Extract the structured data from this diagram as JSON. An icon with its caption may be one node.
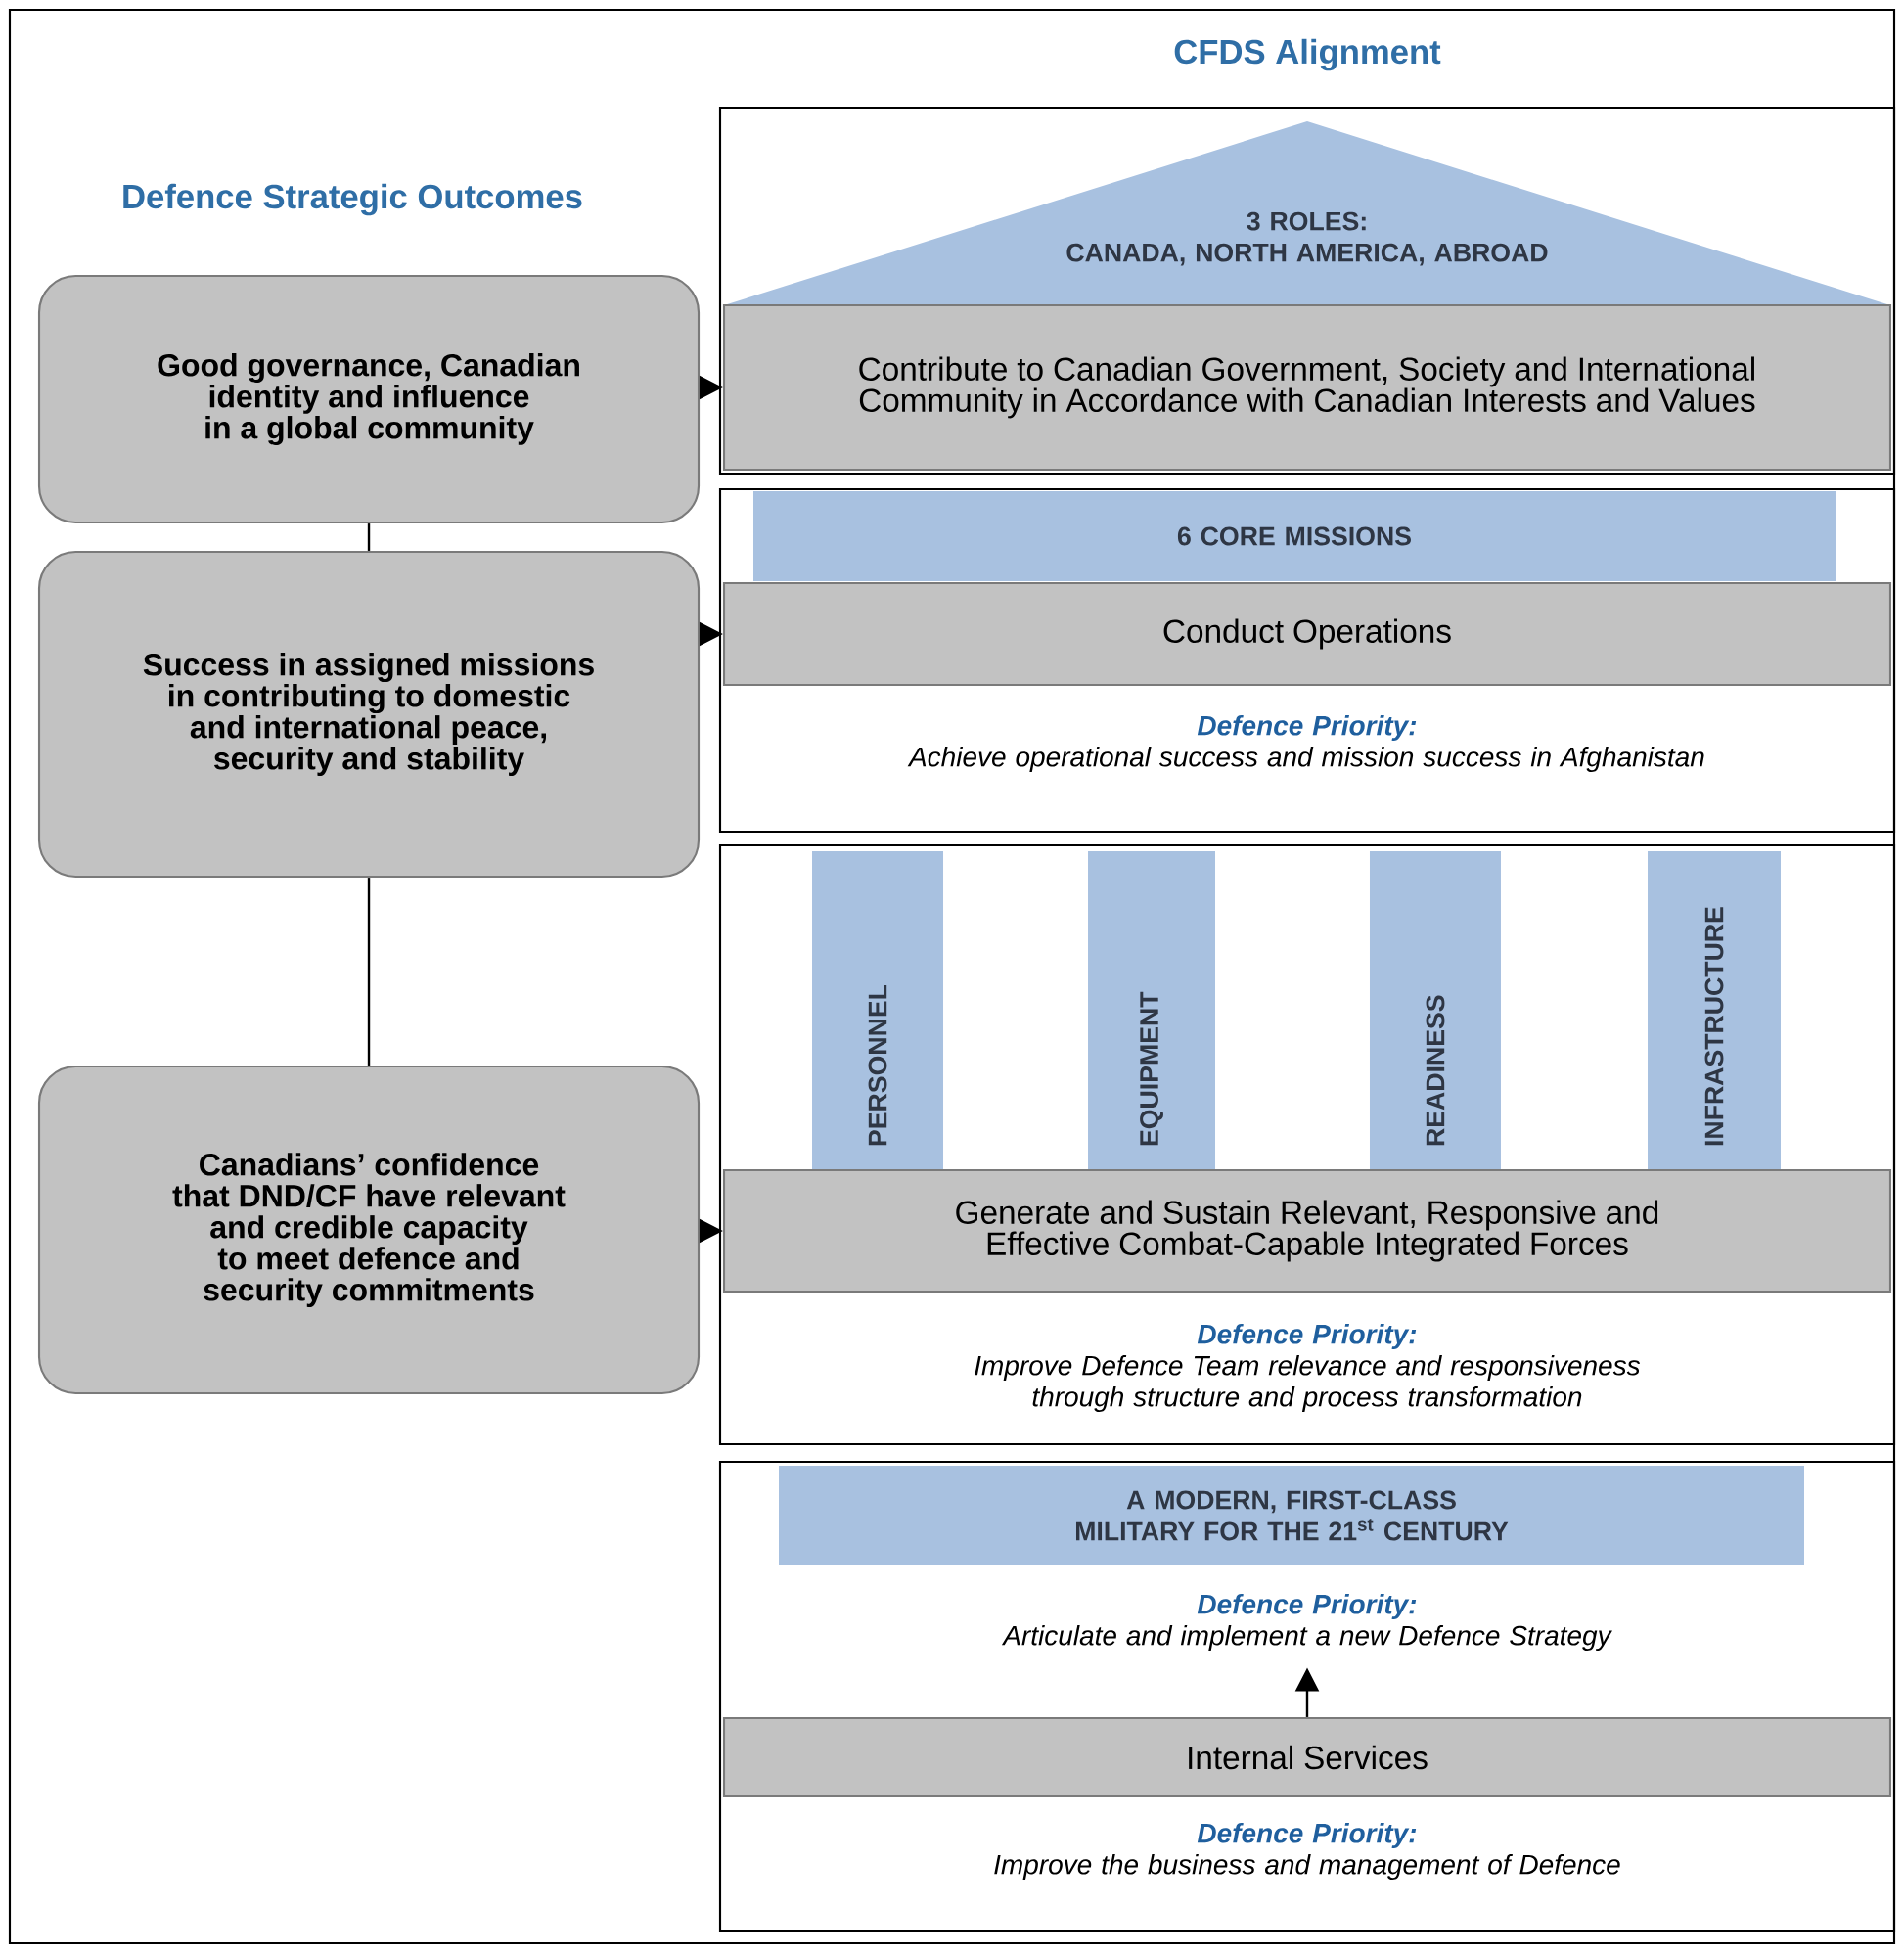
{
  "diagram": {
    "nodes": [
      {
        "text": [
          "Good governance, Canadian identity and influence in a global community"
        ]
      },
      {
        "text": [
          "Success in assigned missions in contributing to domestic and international peace, security and stability"
        ]
      },
      {
        "text": [
          "Canadians’ confidence that DND/CF have relevant and credible capacity to meet defence and security commitments"
        ]
      },
      {
        "text": [],
        "shape": "box"
      },
      {
        "text": [
          "3 ROLES:",
          "CANADA, NORTH AMERICA, ABROAD"
        ],
        "in": 3
      },
      {
        "text": [
          "Contribute to Canadian Government, Society and International Community in Accordance with Canadian Interests and Values"
        ],
        "in": 3
      },
      {
        "text": [],
        "shape": "box"
      },
      {
        "text": [
          "6 CORE MISSIONS"
        ],
        "in": 6
      },
      {
        "text": [
          "Conduct Operations"
        ],
        "in": 6
      },
      {
        "text": [
          "Defence Priority:",
          "Achieve operational success and mission success in Afghanistan"
        ],
        "in": 6
      },
      {
        "text": [],
        "shape": "box"
      },
      {
        "text": [
          "PERSONNEL"
        ],
        "in": 10
      },
      {
        "text": [
          "EQUIPMENT"
        ],
        "in": 10
      },
      {
        "text": [
          "READINESS"
        ],
        "in": 10
      },
      {
        "text": [
          "INFRASTRUCTURE"
        ],
        "in": 10
      },
      {
        "text": [
          "Generate and Sustain Relevant, Responsive and Effective Combat-Capable Integrated Forces"
        ],
        "in": 10
      },
      {
        "text": [
          "Defence Priority:",
          "Improve Defence Team relevance and responsiveness through structure and process transformation"
        ],
        "in": 10
      },
      {
        "text": [],
        "shape": "box"
      },
      {
        "text": [
          "A MODERN, FIRST-CLASS MILITARY FOR THE 21$^{st}$ CENTURY"
        ],
        "in": 17
      },
      {
        "text": [
          "Defence Priority:",
          "Articulate and implement a new Defence Strategy"
        ],
        "in": 17
      },
      {
        "text": [
          "Internal Services"
        ],
        "in": 17
      },
      {
        "text": [
          "Defence Priority:",
          "Improve the business and management of Defence"
        ],
        "in": 17
      }
    ],
    "edges": [
      {
        "from": 0,
        "to": 1,
        "arrow": "none"
      },
      {
        "from": 1,
        "to": 2,
        "arrow": "none"
      },
      {
        "from": 0,
        "to": 5,
        "arrow": "to"
      },
      {
        "from": 1,
        "to": 8,
        "arrow": "to"
      },
      {
        "from": 2,
        "to": 15,
        "arrow": "to"
      },
      {
        "from": 20,
        "to": 19,
        "arrow": "to"
      }
    ],
    "labels": [
      "CFDS Alignment",
      "Defence Strategic Outcomes"
    ]
  }
}
